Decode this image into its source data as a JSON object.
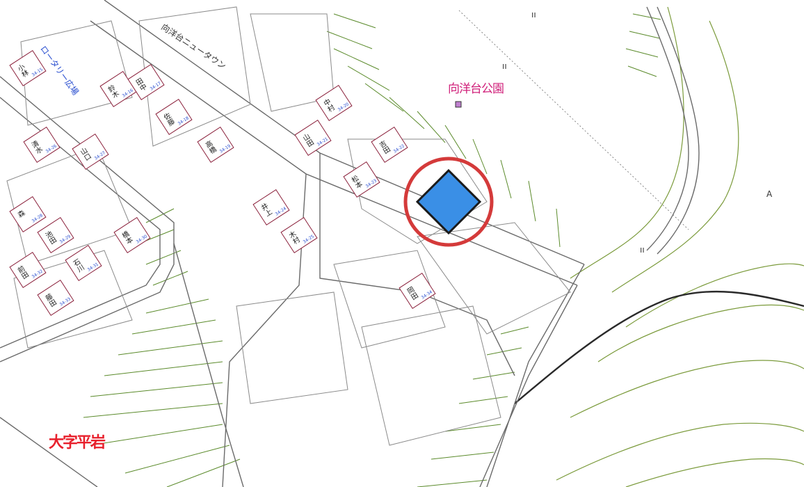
{
  "map": {
    "park_label": "向洋台公園",
    "district_label": "大字平岩",
    "road_label_1": "向洋台ニュータウン",
    "road_label_2": "ロータリー広場",
    "marker": {
      "shape": "diamond",
      "fill": "#3a8fe6",
      "outline": "#1a1a1a",
      "ring": "#d43a3a"
    },
    "colors": {
      "road": "#6a6a6a",
      "building": "#8a1f3a",
      "contour": "#7a9a3a",
      "park_text": "#d0207a",
      "district_text": "#e8202c",
      "lot_number": "#2a4fd0"
    },
    "tags": [
      "A",
      "ıı",
      "ıı",
      "ıı"
    ],
    "houses": [
      {
        "name": "小林",
        "no": "34-15"
      },
      {
        "name": "鈴木",
        "no": "34-16"
      },
      {
        "name": "田中",
        "no": "34-17"
      },
      {
        "name": "佐藤",
        "no": "34-18"
      },
      {
        "name": "高橋",
        "no": "34-19"
      },
      {
        "name": "中村",
        "no": "34-20"
      },
      {
        "name": "山田",
        "no": "34-21"
      },
      {
        "name": "吉田",
        "no": "34-22"
      },
      {
        "name": "松本",
        "no": "34-23"
      },
      {
        "name": "井上",
        "no": "34-24"
      },
      {
        "name": "木村",
        "no": "34-25"
      },
      {
        "name": "清水",
        "no": "34-26"
      },
      {
        "name": "山口",
        "no": "34-27"
      },
      {
        "name": "森",
        "no": "34-28"
      },
      {
        "name": "池田",
        "no": "34-29"
      },
      {
        "name": "橋本",
        "no": "34-30"
      },
      {
        "name": "石川",
        "no": "34-31"
      },
      {
        "name": "前田",
        "no": "34-32"
      },
      {
        "name": "藤田",
        "no": "34-33"
      },
      {
        "name": "岡田",
        "no": "34-34"
      }
    ]
  }
}
